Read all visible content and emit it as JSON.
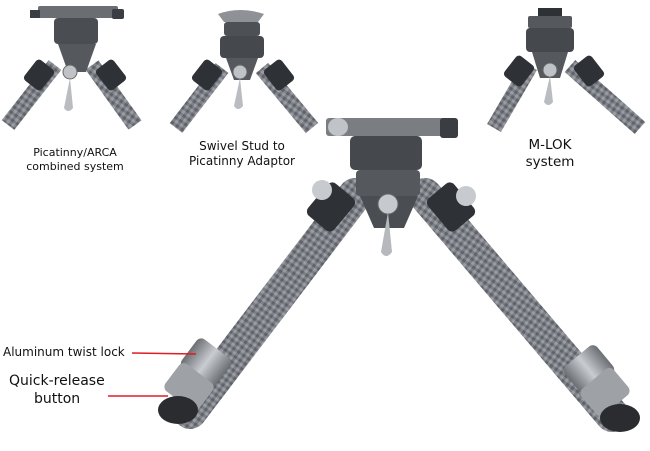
{
  "captions": {
    "picatinny_arca": [
      "Picatinny/ARCA",
      "combined system"
    ],
    "swivel_stud": [
      "Swivel Stud to",
      "Picatinny Adaptor"
    ],
    "mlok": [
      "M-LOK",
      "system"
    ]
  },
  "labels": {
    "twist_lock": "Aluminum twist lock",
    "quick_release": [
      "Quick-release",
      "button"
    ]
  },
  "colors": {
    "callout_line": "#e01b24",
    "carbon": "#7c7f85",
    "metal_dark": "#3a3d42",
    "metal_light": "#9a9ea4"
  }
}
